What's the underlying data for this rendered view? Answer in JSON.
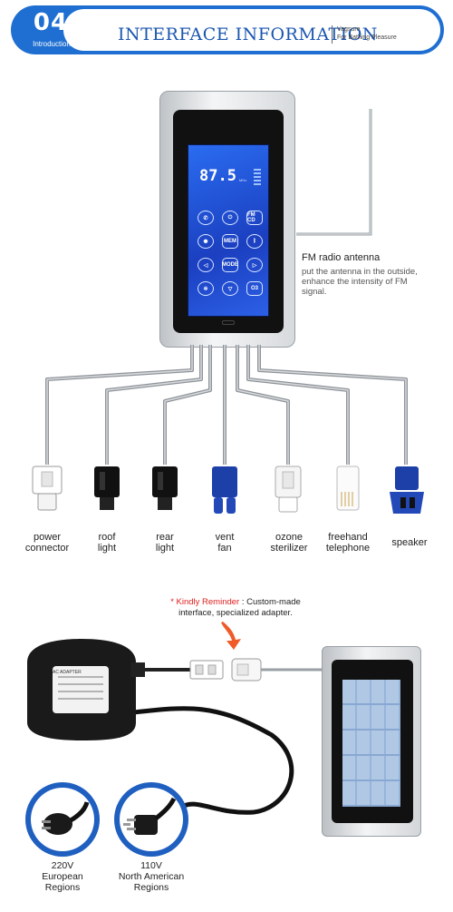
{
  "header": {
    "number": "04",
    "subtitle": "Introduction",
    "title": "INTERFACE INFORMATION",
    "brand_line1": "Vagsure",
    "brand_line2": "For Bathing Pleasure"
  },
  "device": {
    "frequency": "87.5",
    "unit": "MHz",
    "buttons": [
      "MEM",
      "MODE",
      "FM CD",
      "O3"
    ]
  },
  "antenna": {
    "title": "FM radio antenna",
    "description": "put the antenna in the outside, enhance the intensity of FM signal."
  },
  "connectors": [
    {
      "line1": "power",
      "line2": "connector",
      "color": "#ffffff"
    },
    {
      "line1": "roof",
      "line2": "light",
      "color": "#111111"
    },
    {
      "line1": "rear",
      "line2": "light",
      "color": "#111111"
    },
    {
      "line1": "vent",
      "line2": "fan",
      "color": "#1c3fa8"
    },
    {
      "line1": "ozone",
      "line2": "sterilizer",
      "color": "#f2f2f2"
    },
    {
      "line1": "freehand",
      "line2": "telephone",
      "color": "#f8f8f8"
    },
    {
      "line1": "speaker",
      "line2": "",
      "color": "#1c3fa8"
    }
  ],
  "reminder": {
    "label": "* Kindly Reminder",
    "text1": ": Custom-made",
    "text2": "interface, specialized adapter."
  },
  "adapter": {
    "label": "AC ADAPTER"
  },
  "plugs": [
    {
      "voltage": "220V",
      "line1": "European",
      "line2": "Regions"
    },
    {
      "voltage": "110V",
      "line1": "North American",
      "line2": "Regions"
    }
  ],
  "colors": {
    "brand_blue": "#1f6fd2",
    "reminder_red": "#e02020"
  }
}
